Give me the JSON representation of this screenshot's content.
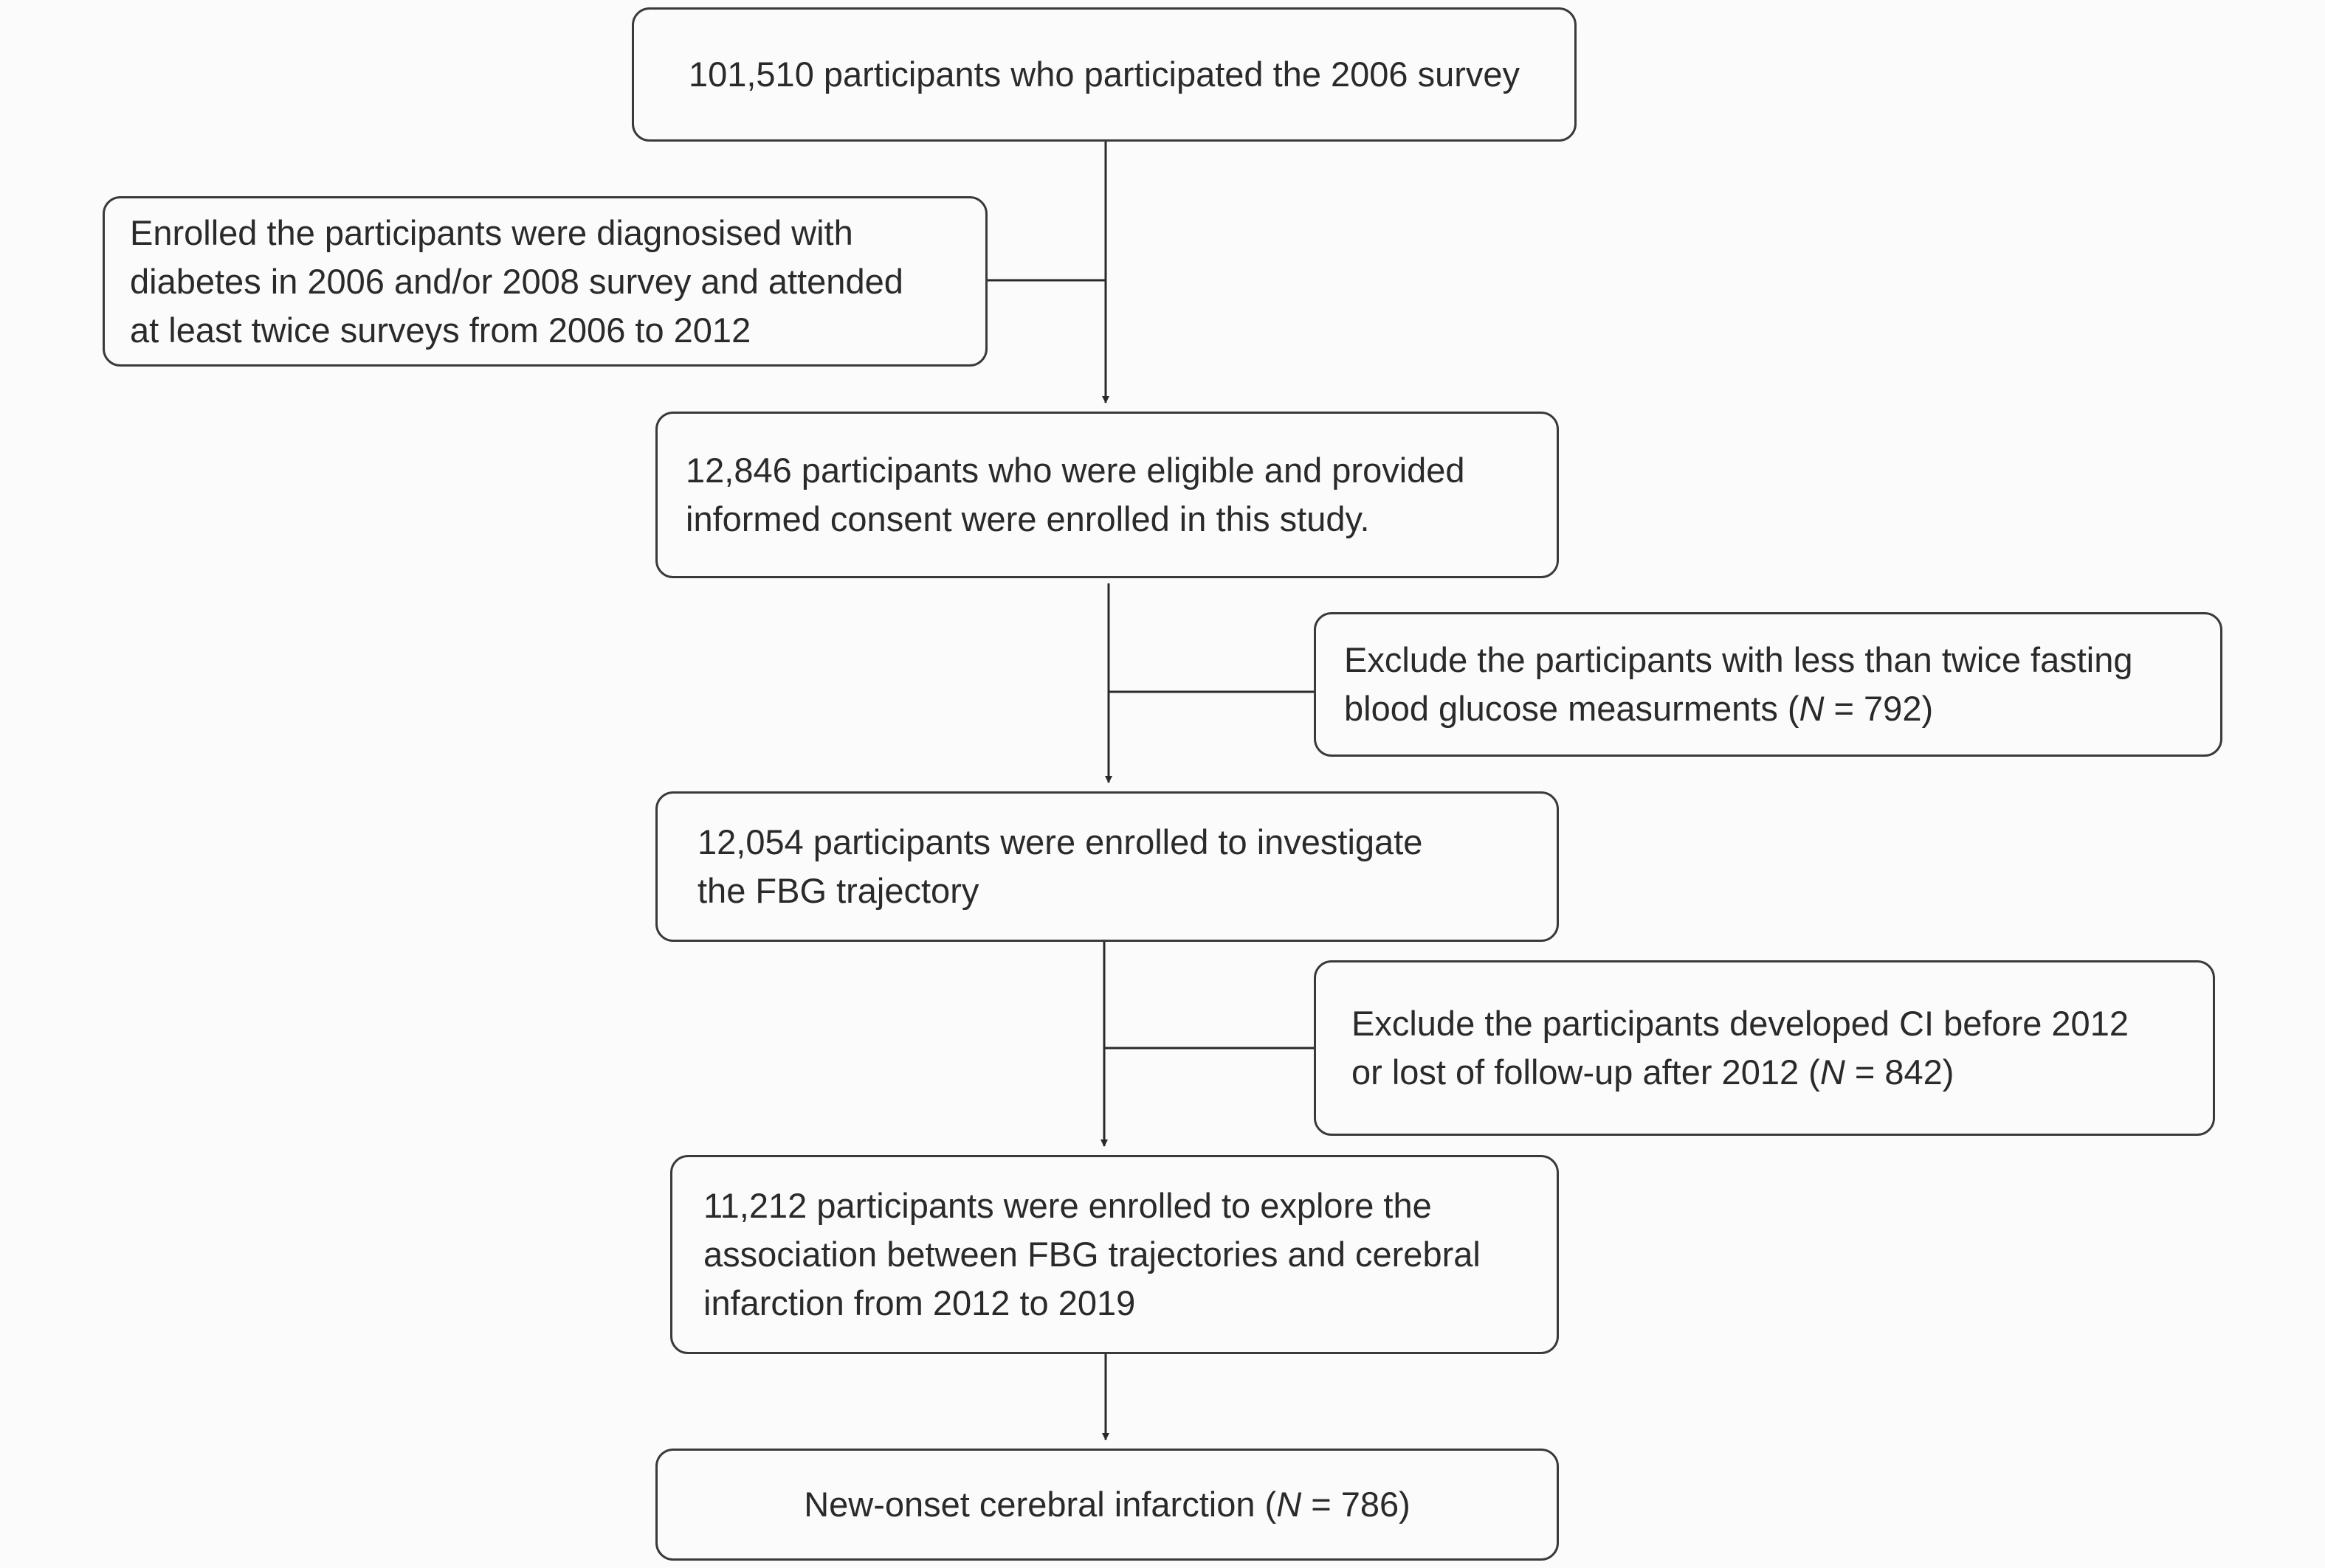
{
  "flowchart": {
    "box1": {
      "lines": [
        "101,510 participants who participated the 2006 survey"
      ]
    },
    "exclusion1": {
      "lines": [
        "Enrolled the participants were diagnosised with",
        "diabetes in 2006 and/or 2008 survey and  attended",
        "at least twice surveys from 2006 to 2012"
      ]
    },
    "box2": {
      "lines": [
        "12,846 participants who were eligible and provided",
        "informed consent were enrolled in this study."
      ]
    },
    "exclusion2": {
      "line1": "Exclude the participants with less than twice fasting",
      "line2_prefix": "blood glucose measurments (",
      "n_symbol": "N",
      "line2_suffix": " = 792)"
    },
    "box3": {
      "lines": [
        "12,054 participants were enrolled  to investigate",
        "the FBG trajectory"
      ]
    },
    "exclusion3": {
      "line1": "Exclude the participants developed CI before 2012",
      "line2_prefix": "or lost of follow-up after 2012 (",
      "n_symbol": "N",
      "line2_suffix": " = 842)"
    },
    "box4": {
      "lines": [
        "11,212 participants were enrolled  to explore the",
        "association between FBG trajectories and cerebral",
        "infarction from 2012 to 2019"
      ]
    },
    "box5": {
      "prefix": "New-onset cerebral infarction (",
      "n_symbol": "N",
      "suffix": " = 786)"
    }
  }
}
